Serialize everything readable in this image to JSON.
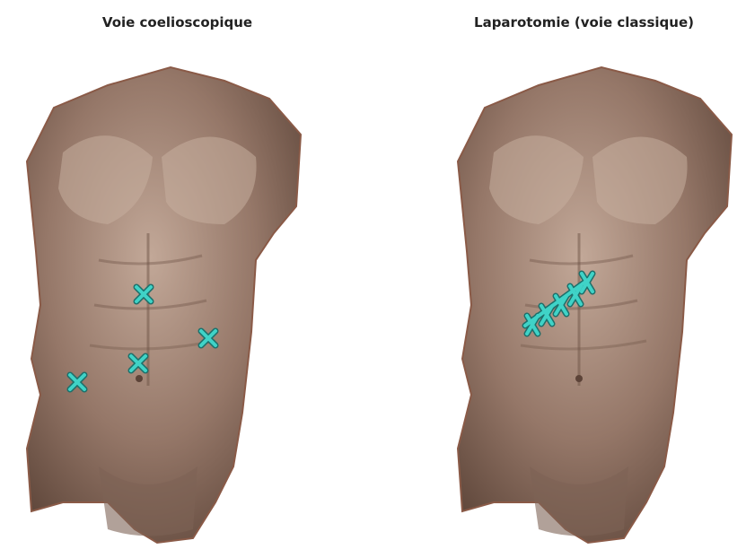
{
  "panels": [
    {
      "id": "left",
      "title": "Voie coelioscopique"
    },
    {
      "id": "right",
      "title": "Laparotomie (voie classique)"
    }
  ],
  "colors": {
    "marker": "#3fd3c7",
    "marker_outline": "#1d6f6a",
    "skin_light": "#b59a8a",
    "skin_dark": "#6e5346",
    "stone_edge": "#a56b58"
  }
}
